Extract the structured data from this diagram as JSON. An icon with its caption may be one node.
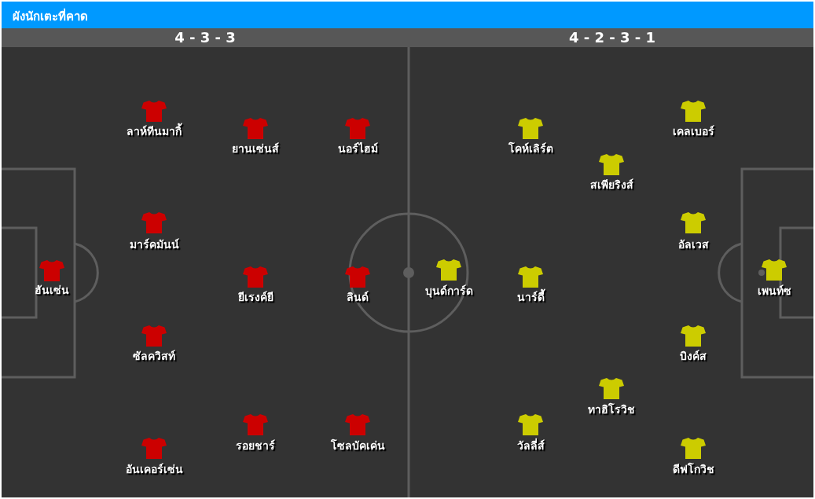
{
  "diagram": {
    "title": "ผังนักเตะที่คาด",
    "labels": [
      "4 - 3 - 3",
      "4 - 2 - 3 - 1",
      "ฮันเซ่น",
      "ลาห์ทีนมากิ้",
      "มาร์คมันน์",
      "ซัลควิสท์",
      "อันเคอร์เซ่น",
      "ยานเซ่นส์",
      "ยีเรงค์ยี",
      "รอยชาร์",
      "นอร์ไฮม์",
      "ลินด์",
      "โซลบัคเค่น",
      "บุนด์การ์ด",
      "โคห์เลิร์ต",
      "นาร์ดี้",
      "วัลลี่ส์",
      "สเพียริงส์",
      "ทาฮิโรวิช",
      "เคลเบอร์",
      "อัลเวส",
      "บิงค์ส",
      "ดีฟโกวิช",
      "เพนท์ซ"
    ]
  }
}
